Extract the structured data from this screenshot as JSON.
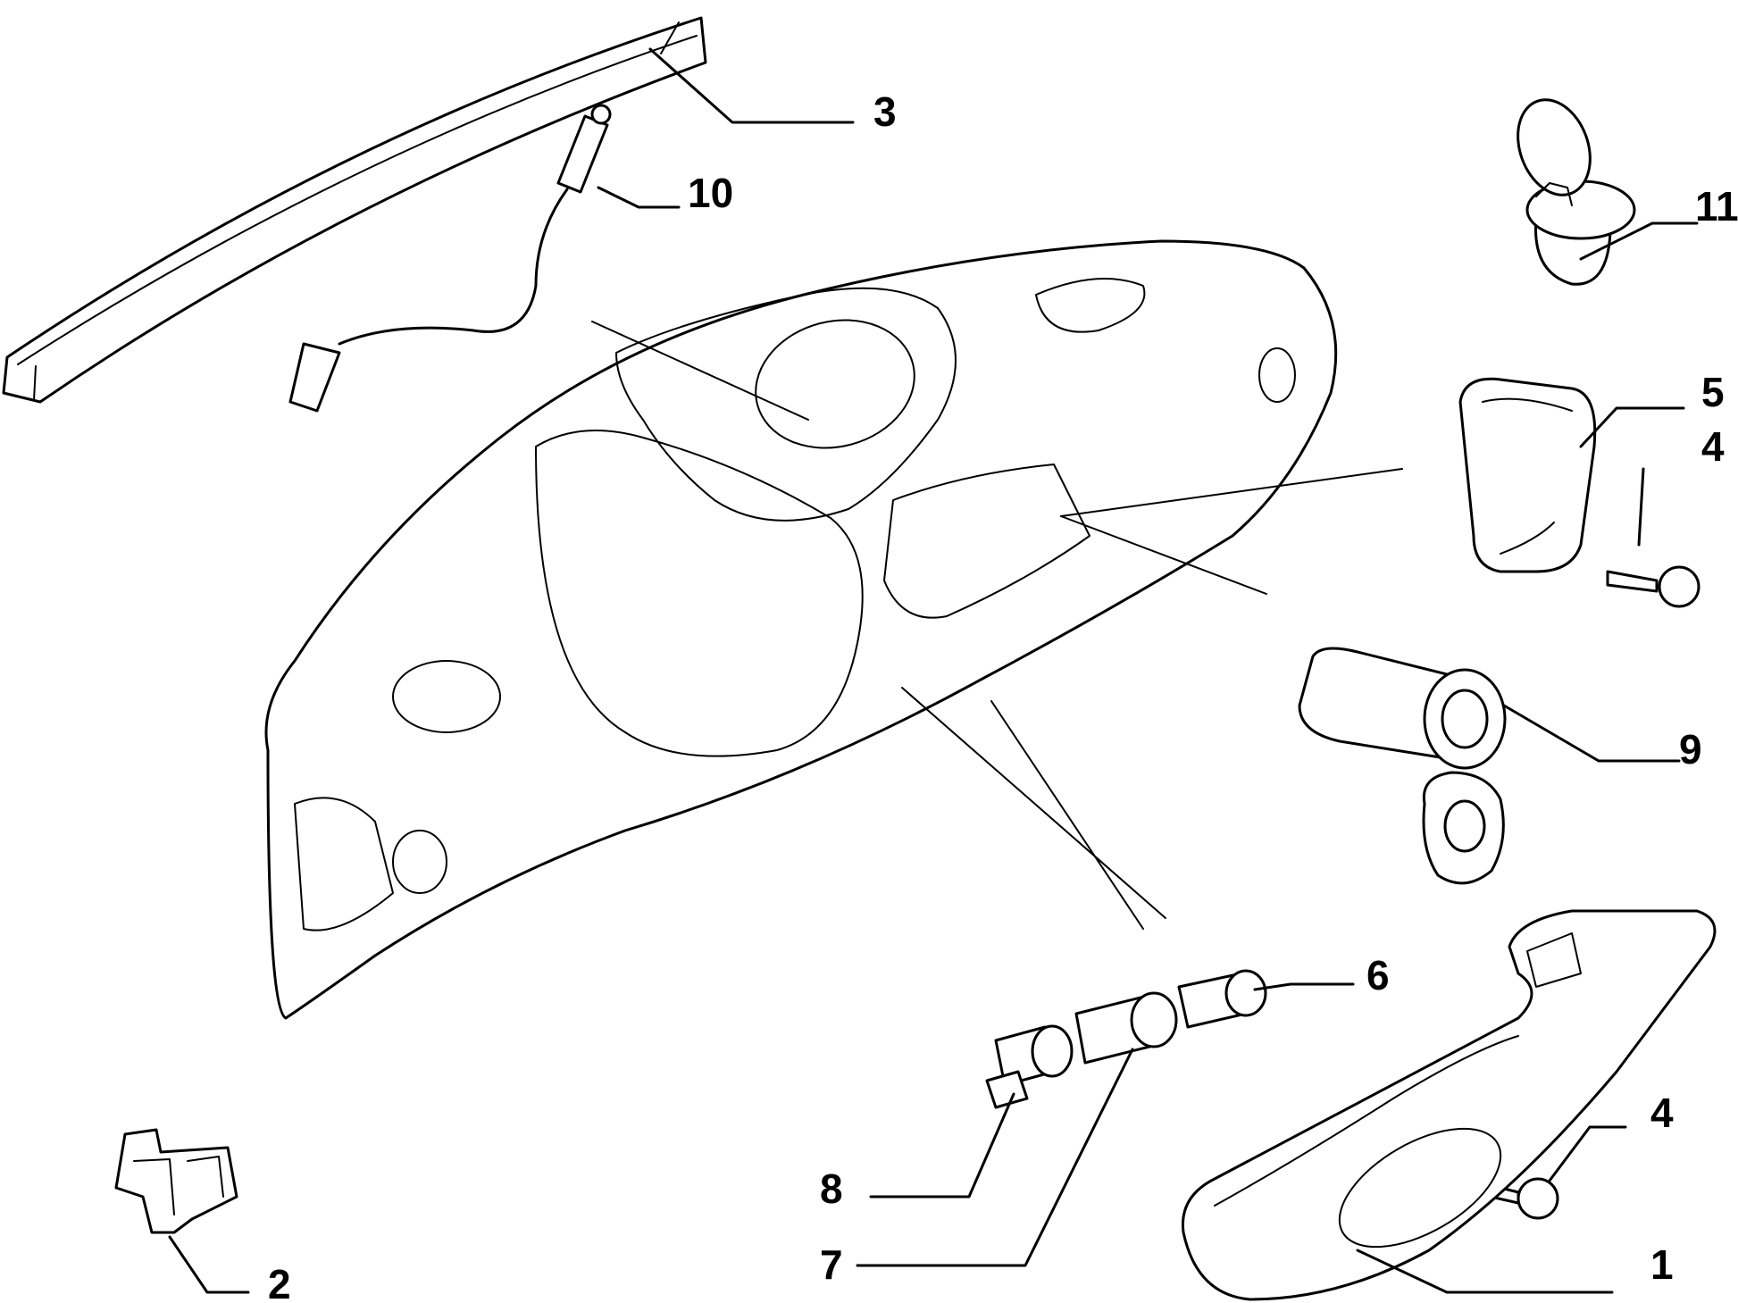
{
  "callouts": [
    {
      "id": "c1",
      "label": "1"
    },
    {
      "id": "c2",
      "label": "2"
    },
    {
      "id": "c3",
      "label": "3"
    },
    {
      "id": "c4a",
      "label": "4"
    },
    {
      "id": "c4b",
      "label": "4"
    },
    {
      "id": "c5",
      "label": "5"
    },
    {
      "id": "c6",
      "label": "6"
    },
    {
      "id": "c7",
      "label": "7"
    },
    {
      "id": "c8",
      "label": "8"
    },
    {
      "id": "c9",
      "label": "9"
    },
    {
      "id": "c10",
      "label": "10"
    },
    {
      "id": "c11",
      "label": "11"
    }
  ]
}
